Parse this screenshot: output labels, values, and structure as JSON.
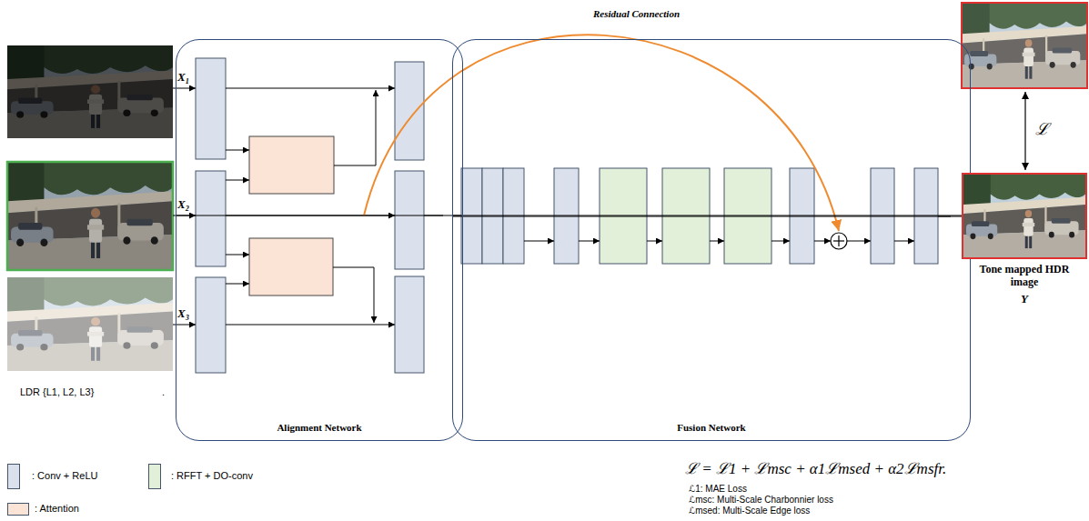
{
  "diagram": {
    "nodes": [
      {
        "text": [
          "Alignment Network"
        ]
      },
      {
        "text": [
          "Fusion Network"
        ]
      },
      {
        "text": [
          "Tone mapped HDR image",
          "Y"
        ]
      }
    ],
    "edges": [
      {
        "from": 0,
        "to": 1,
        "arrow": "to"
      },
      {
        "from": 1,
        "to": 2,
        "arrow": "to"
      }
    ],
    "labels": [
      "Residual Connection",
      "X₁",
      "X₂",
      "X₃",
      "LDR {L1, L2, L3}",
      ".",
      "ℒ",
      "ℒ = ℒ1 + ℒmsc + α1ℒmsed + α2ℒmsfr.",
      "ℒ1: MAE Loss",
      "ℒmsc: Multi-Scale Charbonnier loss",
      "ℒmsed: Multi-Scale Edge loss"
    ],
    "legend": [
      {
        "text": ": Conv + ReLU",
        "color": "#dbe1ec"
      },
      {
        "text": ": RFFT + DO-conv",
        "color": "#e2f0d9"
      },
      {
        "text": ": Attention",
        "color": "#fbe4d5"
      }
    ]
  }
}
